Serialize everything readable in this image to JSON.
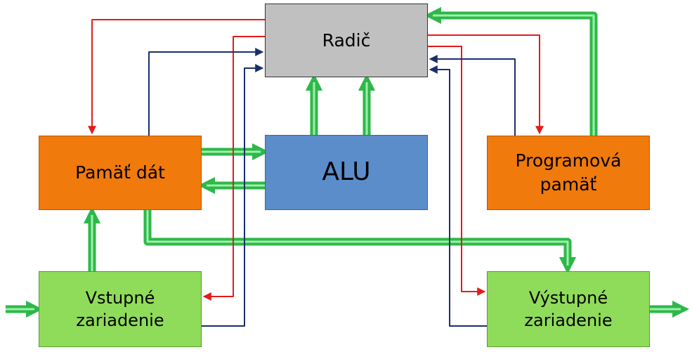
{
  "boxes": {
    "radic": {
      "label": "Radič"
    },
    "alu": {
      "label": "ALU"
    },
    "pamat_dat": {
      "label": "Pamäť dát"
    },
    "programova_pamat": {
      "line1": "Programová",
      "line2": "pamäť"
    },
    "vstupne_zariadenie": {
      "line1": "Vstupné",
      "line2": "zariadenie"
    },
    "vystupne_zariadenie": {
      "line1": "Výstupné",
      "line2": "zariadenie"
    }
  },
  "colors": {
    "control_signal": "#e31b1b",
    "status_signal": "#1a2f6e",
    "data_flow": "#2eb84a",
    "data_flow_highlight": "#9ef0a8",
    "radic_fill": "#c0c0c0",
    "alu_fill": "#5b8dcb",
    "memory_fill": "#f07a0b",
    "io_fill": "#8fdc5a"
  }
}
